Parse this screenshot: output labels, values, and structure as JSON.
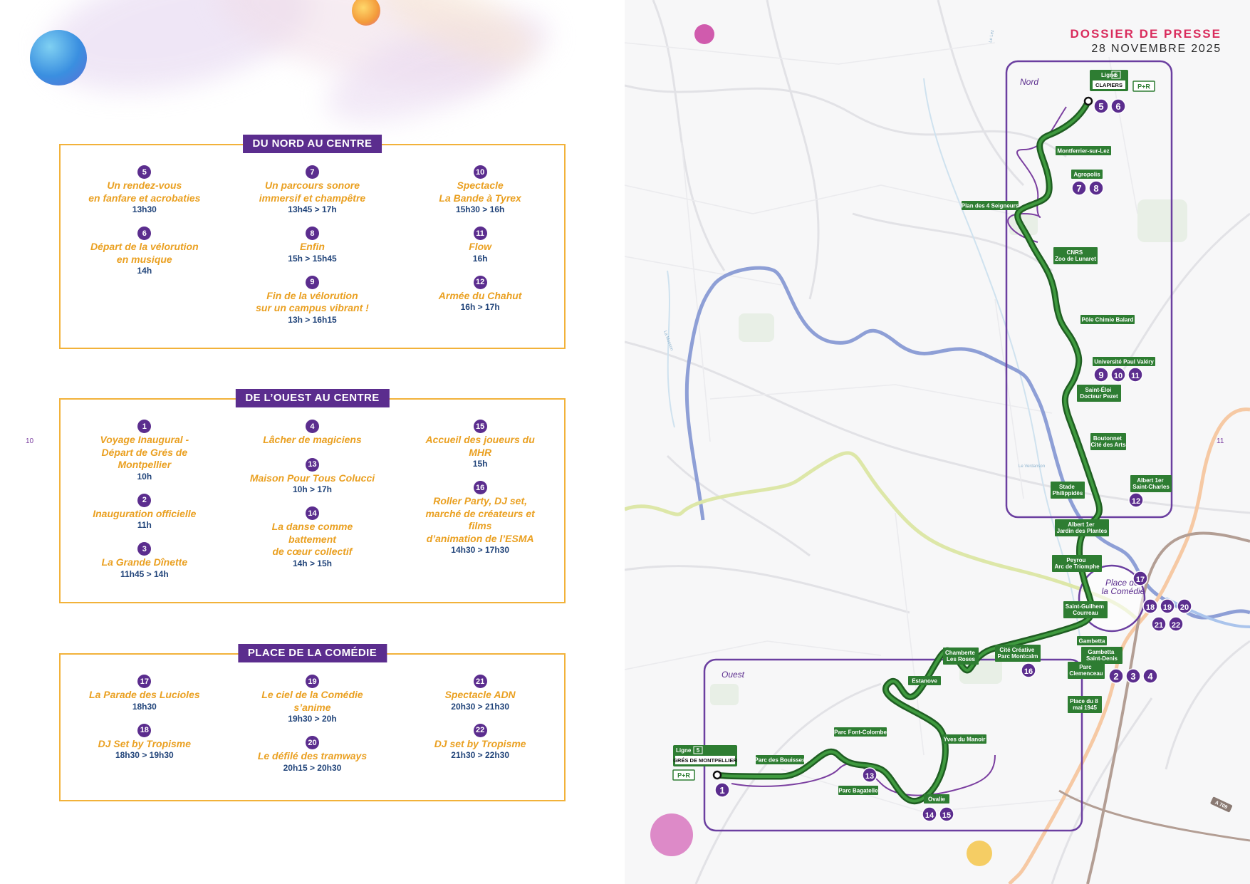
{
  "header": {
    "title": "DOSSIER DE PRESSE",
    "date": "28 NOVEMBRE 2025"
  },
  "page_numbers": {
    "left": "10",
    "right": "11"
  },
  "colors": {
    "purple": "#5b2d8e",
    "orange": "#eaa021",
    "navy": "#21447a",
    "frame": "#f2b23a",
    "tram_green": "#2e7d32",
    "pink": "#d92b5c"
  },
  "sections": {
    "nord": {
      "title": "DU NORD AU CENTRE",
      "columns": [
        [
          {
            "num": "5",
            "title": "Un rendez-vous\nen fanfare et acrobaties",
            "time": "13h30"
          },
          {
            "num": "6",
            "title": "Départ de la vélorution\nen musique",
            "time": "14h"
          }
        ],
        [
          {
            "num": "7",
            "title": "Un parcours sonore\nimmersif et champêtre",
            "time": "13h45 > 17h"
          },
          {
            "num": "8",
            "title": "Enfin",
            "time": "15h > 15h45"
          },
          {
            "num": "9",
            "title": "Fin de la vélorution\nsur un campus vibrant !",
            "time": "13h > 16h15"
          }
        ],
        [
          {
            "num": "10",
            "title": "Spectacle\nLa Bande à Tyrex",
            "time": "15h30 > 16h"
          },
          {
            "num": "11",
            "title": "Flow",
            "time": "16h"
          },
          {
            "num": "12",
            "title": "Armée du Chahut",
            "time": "16h > 17h"
          }
        ]
      ]
    },
    "ouest": {
      "title": "DE L’OUEST AU CENTRE",
      "columns": [
        [
          {
            "num": "1",
            "title": "Voyage Inaugural -\nDépart de Grés de\nMontpellier",
            "time": "10h"
          },
          {
            "num": "2",
            "title": "Inauguration officielle",
            "time": "11h"
          },
          {
            "num": "3",
            "title": "La Grande Dînette",
            "time": "11h45 > 14h"
          }
        ],
        [
          {
            "num": "4",
            "title": "Lâcher de magiciens",
            "time": ""
          },
          {
            "num": "13",
            "title": "Maison Pour Tous Colucci",
            "time": "10h > 17h"
          },
          {
            "num": "14",
            "title": "La danse comme\nbattement\nde cœur collectif",
            "time": "14h > 15h"
          }
        ],
        [
          {
            "num": "15",
            "title": "Accueil des joueurs du\nMHR",
            "time": "15h"
          },
          {
            "num": "16",
            "title": "Roller Party, DJ set,\nmarché de créateurs et\nfilms\nd’animation de l’ESMA",
            "time": "14h30 > 17h30"
          }
        ]
      ]
    },
    "comedie": {
      "title": "PLACE DE LA COMÉDIE",
      "columns": [
        [
          {
            "num": "17",
            "title": "La Parade des Lucioles",
            "time": "18h30"
          },
          {
            "num": "18",
            "title": "DJ Set by Tropisme",
            "time": "18h30 > 19h30"
          }
        ],
        [
          {
            "num": "19",
            "title": "Le ciel de la Comédie\ns’anime",
            "time": "19h30 > 20h"
          },
          {
            "num": "20",
            "title": "Le défilé des tramways",
            "time": "20h15 > 20h30"
          }
        ],
        [
          {
            "num": "21",
            "title": "Spectacle ADN",
            "time": "20h30 > 21h30"
          },
          {
            "num": "22",
            "title": "DJ set by Tropisme",
            "time": "21h30 > 22h30"
          }
        ]
      ]
    }
  },
  "map": {
    "zone_nord": "Nord",
    "zone_ouest": "Ouest",
    "place_comedie": "Place de\nla Comédie",
    "line_label": "Ligne",
    "line_number": "5",
    "terminus_north": "CLAPIERS",
    "terminus_west": "GRÉS DE MONTPELLIER",
    "park_ride": "P+R",
    "river_lez": "Le Lez",
    "river_mosson": "La Mosson",
    "river_verdanson": "Le Verdanson",
    "highway": "A 709",
    "stations": [
      {
        "id": "montferrier",
        "label": "Montferrier-sur-Lez"
      },
      {
        "id": "agropolis",
        "label": "Agropolis"
      },
      {
        "id": "plan4",
        "label": "Plan des 4 Seigneurs"
      },
      {
        "id": "cnrs",
        "label": "CNRS\nZoo de Lunaret"
      },
      {
        "id": "chimie",
        "label": "Pôle Chimie Balard"
      },
      {
        "id": "upv",
        "label": "Université Paul Valéry"
      },
      {
        "id": "saint_eloi",
        "label": "Saint-Éloi\nDocteur Pezet"
      },
      {
        "id": "boutonnet",
        "label": "Boutonnet\nCité des Arts"
      },
      {
        "id": "stade",
        "label": "Stade\nPhilippidès"
      },
      {
        "id": "albert1_stc",
        "label": "Albert 1er\nSaint-Charles"
      },
      {
        "id": "albert1_jdp",
        "label": "Albert 1er\nJardin des Plantes"
      },
      {
        "id": "peyrou",
        "label": "Peyrou\nArc de Triomphe"
      },
      {
        "id": "saint_guilhem",
        "label": "Saint-Guilhem\nCourreau"
      },
      {
        "id": "gambetta",
        "label": "Gambetta"
      },
      {
        "id": "gambetta_sd",
        "label": "Gambetta\nSaint-Denis"
      },
      {
        "id": "parc_clem",
        "label": "Parc\nClemenceau"
      },
      {
        "id": "cite_creative",
        "label": "Cité Créative\nParc Montcalm"
      },
      {
        "id": "chamberte",
        "label": "Chamberte\nLes Roses"
      },
      {
        "id": "estanove",
        "label": "Estanove"
      },
      {
        "id": "place8mai",
        "label": "Place du 8\nmai 1945"
      },
      {
        "id": "yves_manoir",
        "label": "Yves du Manoir"
      },
      {
        "id": "parc_fc",
        "label": "Parc Font-Colombe"
      },
      {
        "id": "parc_bouisses",
        "label": "Parc des Bouisses"
      },
      {
        "id": "parc_bagatelle",
        "label": "Parc Bagatelle"
      },
      {
        "id": "ovalie",
        "label": "Ovalie"
      }
    ],
    "markers": [
      {
        "id": "m5",
        "num": "5"
      },
      {
        "id": "m6",
        "num": "6"
      },
      {
        "id": "m7",
        "num": "7"
      },
      {
        "id": "m8",
        "num": "8"
      },
      {
        "id": "m9",
        "num": "9"
      },
      {
        "id": "m10",
        "num": "10"
      },
      {
        "id": "m11",
        "num": "11"
      },
      {
        "id": "m12",
        "num": "12"
      },
      {
        "id": "m17",
        "num": "17"
      },
      {
        "id": "m18",
        "num": "18"
      },
      {
        "id": "m19",
        "num": "19"
      },
      {
        "id": "m20",
        "num": "20"
      },
      {
        "id": "m21",
        "num": "21"
      },
      {
        "id": "m22",
        "num": "22"
      },
      {
        "id": "m2",
        "num": "2"
      },
      {
        "id": "m3",
        "num": "3"
      },
      {
        "id": "m4",
        "num": "4"
      },
      {
        "id": "m16",
        "num": "16"
      },
      {
        "id": "m13",
        "num": "13"
      },
      {
        "id": "m14",
        "num": "14"
      },
      {
        "id": "m15",
        "num": "15"
      },
      {
        "id": "m1",
        "num": "1"
      }
    ]
  }
}
